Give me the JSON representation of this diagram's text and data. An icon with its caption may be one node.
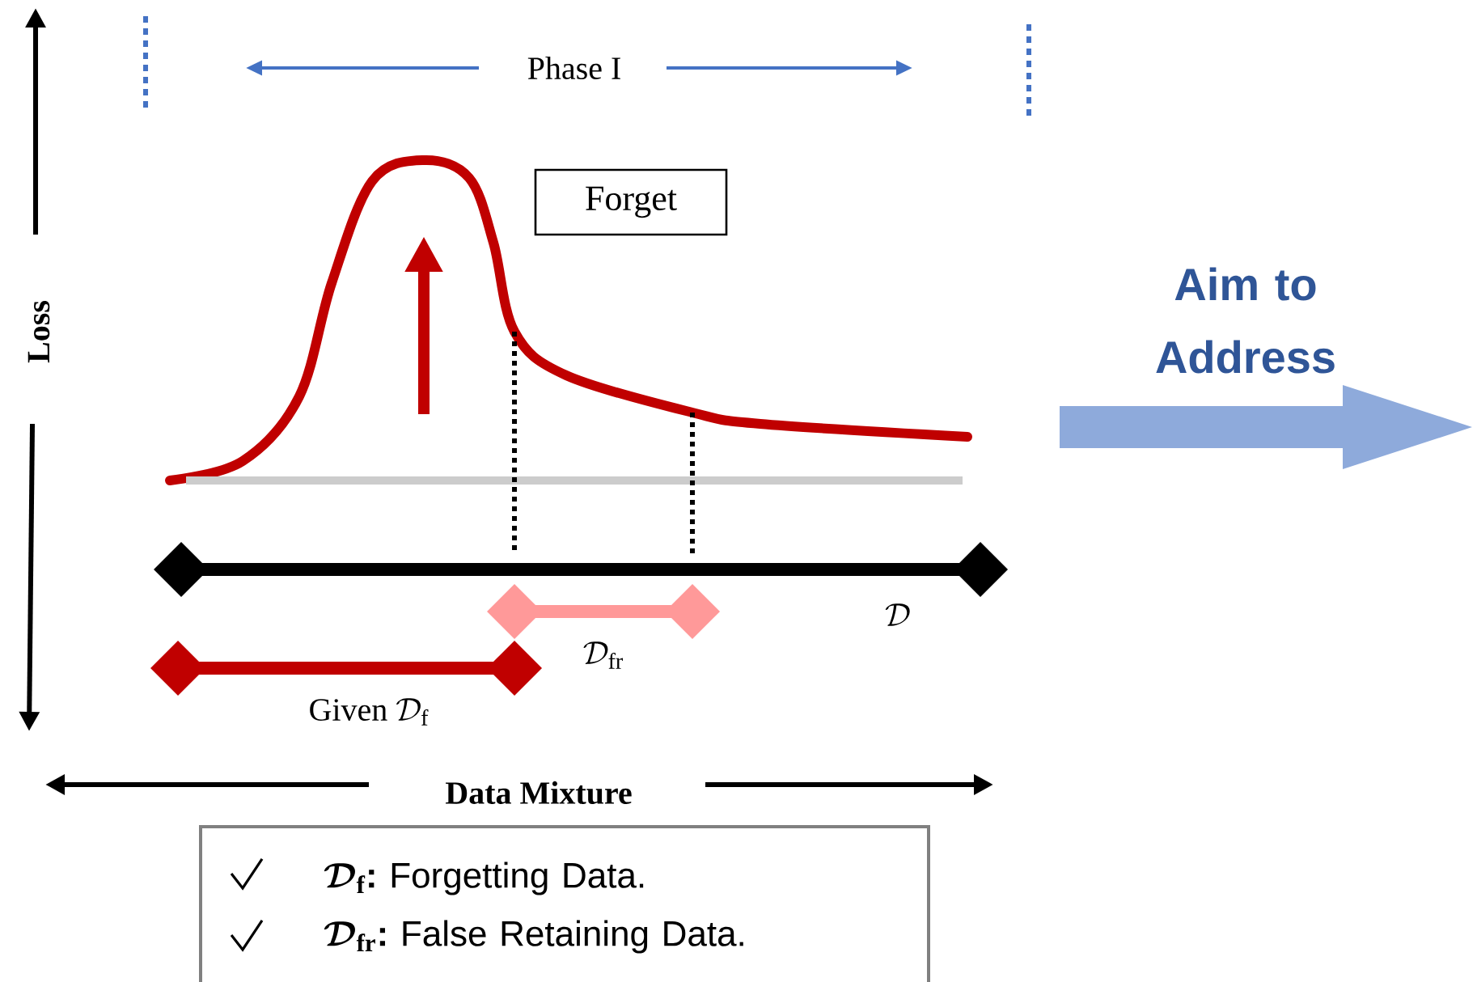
{
  "diagram": {
    "nodes": [
      {
        "text": [
          "Forget"
        ]
      },
      {
        "text": [
          "\\boldsymbol{\\mathcal{D}}_{\\mathbf{f}}\\text{\\sffamily\\bfseries :}\\text{\\sffamily\\ Forgetting Data.}",
          "\\boldsymbol{\\mathcal{D}}_{\\mathbf{fr}}\\text{\\sffamily\\bfseries :}\\text{\\sffamily\\ False Retaining Data.}"
        ]
      }
    ],
    "labels": [
      "Phase I",
      "Loss",
      "Aim to Address",
      "\\mathcal{D}",
      "\\mathcal{D}_{\\mathrm{fr}}",
      "\\text{Given }\\mathcal{D}_{\\mathrm{f}}",
      "Data Mixture"
    ]
  }
}
